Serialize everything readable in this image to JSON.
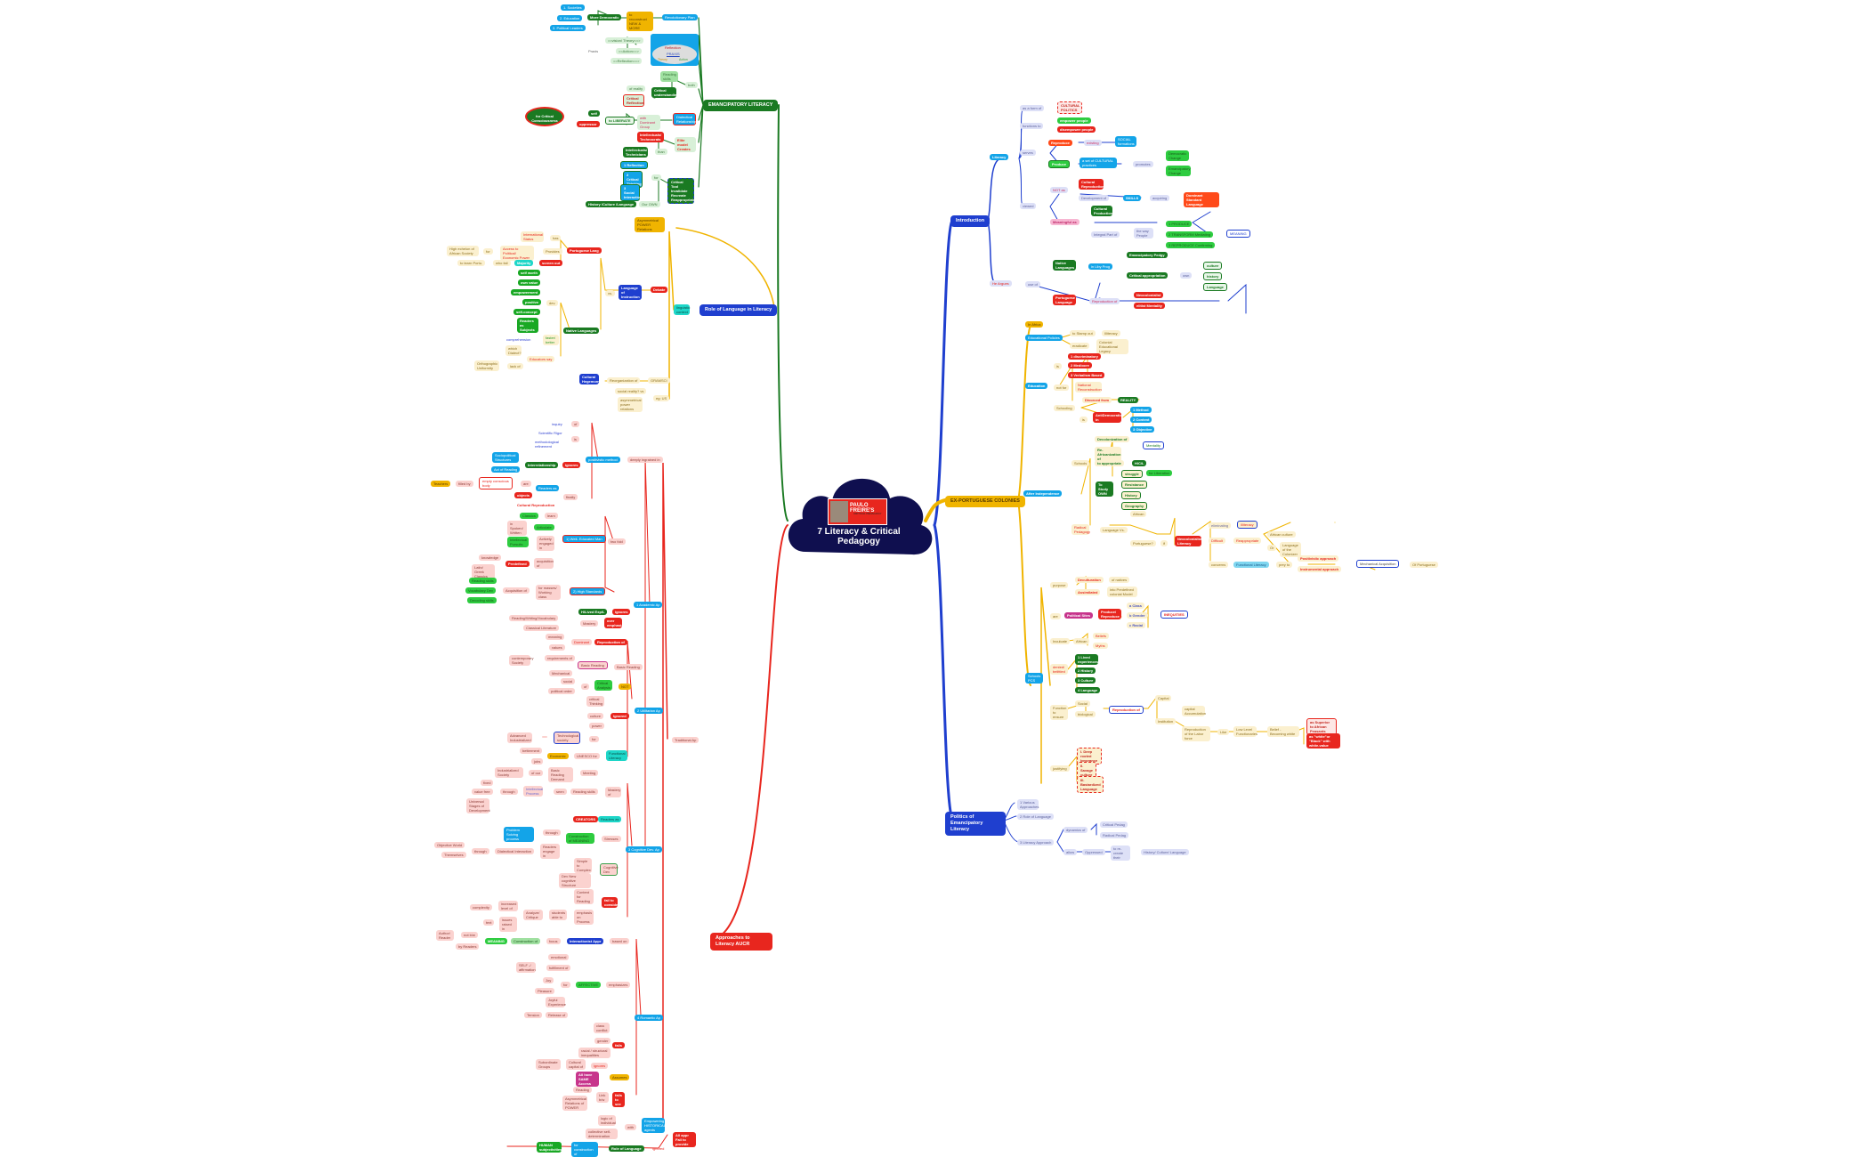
{
  "root": {
    "image_label_line1": "PAULO FREIRE'S",
    "image_label_line2": "CRITICAL PEDAGOGY",
    "title": "7 Literacy & Critical Pedagogy"
  },
  "colors": {
    "root": "#0f0f4f",
    "introduction": "#1f3fcf",
    "ex_portuguese": "#f0b400",
    "emancipatory": "#1a7a22",
    "approaches": "#e8261e"
  },
  "branches": {
    "introduction": {
      "label": "Introduction",
      "literacy": "Literacy",
      "as_form_of": "as a form of",
      "cultural_politics": "CULTURAL POLITICS",
      "functions_to": "functions to",
      "empower": "empower people",
      "disempower": "disempower people",
      "serves": "serves",
      "reproduce": "Reproduce",
      "existing": "existing",
      "social_formations": "SOCIAL formations",
      "produce": "Produce",
      "cultural_practices": "a set of CULTURAL practices",
      "promotes": "promotes",
      "democratic_change": "Democratic Change",
      "emancipatory_change": "Emancipatory Change",
      "viewed": "viewed",
      "not_as": "NOT as",
      "cultural_reproduction": "Cultural Reproduction",
      "development_of": "Development of",
      "skills": "SKILLS",
      "acquiring": "acquiring",
      "dominant_standard": "Dominant Standard Language",
      "meaningful_as": "Meaningful as",
      "cultural_production": "Cultural Production",
      "integral_part_of": "Integral Part of",
      "the_way_people": "the way People",
      "produce1": "1 PRODUCE",
      "transform": "2 TRANSFORM Mediating",
      "reproduce3": "3 REPRODUCE Confirming",
      "meaning": "MEANING",
      "he_argues": "He Argues",
      "use_of": "use of",
      "native_languages": "Native Languages",
      "in_liby_prog": "in Liby Prog",
      "emancipatory_pedgy": "Emancipatory Pedgy",
      "critical_appropriation": "Critical appropriation",
      "own": "own",
      "culture": "culture",
      "history": "history",
      "language": "Language",
      "portuguese_language": "Portuguese Language",
      "reproduction_of": "Reproduction of",
      "neocolonialist": "Neocolonialist",
      "elitist_mentality": "elitist Mentality"
    },
    "ex_portuguese": {
      "label": "EX-PORTUGUESE COLONIES",
      "in_africa": "In Africa",
      "educational_policies": "Educational Policies",
      "to_stamp_out": "to Stamp out",
      "illiteracy": "Illiteracy",
      "eradicate": "eradicate",
      "colonial_legacy": "Colonial Educational Legacy",
      "education": "Education",
      "is": "is",
      "discriminatory": "1 discriminatory",
      "mediocre": "2 Mediocre",
      "verbalism": "3 Verbalism Based",
      "not_for": "not for",
      "national_reconstruction": "National Reconstruction",
      "schooling": "Schooling",
      "divorced_from": "Divorced from",
      "reality": "REALITY",
      "is2": "is",
      "antidemocratic": "AntiDemocratic in",
      "method": "1 Method",
      "content": "2 Content",
      "objective": "3 Objective",
      "after_independence": "After Independence",
      "schools": "Schools",
      "decolonization": "Decolonization of",
      "reafricanization": "Re-Africanization of",
      "mentality": "Mentality",
      "to_appropriate": "to appropriate",
      "hcl": "H/C/L",
      "to_study_own": "To Study OWN",
      "struggle": "struggle",
      "for_liberation": "for Liberation",
      "resistance": "Resistance",
      "history": "History",
      "geography": "Geography",
      "radical_pedagogy": "Radical Pedagogy",
      "language_vs": "Language Vs.",
      "african": "African",
      "portuguese": "Portuguese?",
      "if": "if",
      "neocolonialist_literacy": "Neocolonialist Literacy",
      "eliminating": "eliminating",
      "illiteracy2": "Illiteracy",
      "difficult": "Difficult",
      "reappropriate": "Reappropriate",
      "african_culture": "African culture",
      "or": "Or",
      "language_of_colonizer": "Language of the Colonizer",
      "concerns": "concerns",
      "functional_literacy": "Functional Literacy",
      "prey_to": "prey to",
      "positivistic_approach": "Positivistic approach",
      "instrumental_approach": "Instrumental approach",
      "mechanical_acquisition": "Mechanical Acquisition",
      "of_portuguese": "Of Portuguese",
      "schools_pcs": "Schools PCS",
      "purpose": "purpose",
      "deculturation": "Deculturation",
      "of_natives": "of natives",
      "assimilated": "Assimilated",
      "into_predefined": "into Predefined colonial Model",
      "are": "are",
      "political_sites": "Political Sites",
      "produce_reproduce": "Produce/ Reproduce",
      "class": "a Class",
      "gender": "b Gender",
      "racial": "c Racial",
      "inequities": "INEQUITIES",
      "inculcate": "Inculcate",
      "beliefs": "Beliefs",
      "myths": "Myths",
      "denied_belittled": "denied/ belittled",
      "lived_experiences": "1 Lived experiences",
      "history2": "2 History",
      "culture3": "3 Culture",
      "language4": "4 Language",
      "function_to_ensure": "Function to ensure",
      "social": "Social",
      "biological": "biological",
      "reproduction_of": "Reproduction of",
      "capital": "Capital",
      "institution": "Institution",
      "capital_accumulation": "capital Accumulation",
      "labor_force": "Reproduction of the Labor force",
      "like": "Like",
      "low_level": "Low Level Functionaries",
      "belief_becoming_white": "Belief - Becoming white",
      "superior_to_peasants": "as Superior to African Peasants",
      "white_or_black": "as \"white\"or \"Black\" with white-value",
      "justifying": "justifying",
      "deep_rooted": "I. Deep rooted Ignorance",
      "savage_culture": "II. Savage culture",
      "bastardized": "III. Bastardized Language"
    },
    "politics": {
      "label": "Politics of Emancipatory Literacy",
      "various_approaches": "1 Various Approaches",
      "role_of_language": "2 Role of Language",
      "literacy_approach": "3 Literacy Approach",
      "dynamics_of": "dynamics of",
      "critical_pedag": "Critical Pedag",
      "radical_pedag": "Radical Pedag",
      "allow": "allow",
      "oppressed": "Oppressed",
      "to_re_create": "to re-create their",
      "hcl": "History/ Culture/ Language"
    },
    "emancipatory": {
      "label": "EMANCIPATORY LITERACY",
      "revolutionary_plan": "Revolutionary Plan",
      "to_reconstruct": "to reconstruct NEW & MORE",
      "more_democratic": "More Democratic",
      "societies": "1. Societies",
      "education": "2. Education",
      "political_leaders": "3. Political Leaders",
      "educational_praxis": "Educational Praxis",
      "praxis_reflection": "Reflection",
      "praxis": "PRAXIS",
      "praxis_theory": "Theory",
      "praxis_action": "Action",
      "praxis_label": "Praxis",
      "vision_theory": "==vision/ Theory==>",
      "action": "==Action==>",
      "reflection": "==Reflection==>",
      "both": "both",
      "reading_skills": "Reading skills",
      "critical_understanding": "Critical understanding",
      "of_reality": "of reality",
      "critical_reflection": "Critical Reflection",
      "dialectical_relationship": "Dialectical Relationship",
      "with_dominant_group": "with Dominant Group",
      "to_liberate": "to LIBERATE",
      "self": "self",
      "oppressor": "oppressor",
      "critical_consciousness": "for Critical Consciousness",
      "elite_model": "Elite model Creates",
      "intellectuals_technocrats": "Intellectuals/ Technocrats",
      "than": "than",
      "intellectuals_technicians": "Intellectuals/ Technicians",
      "critical_tool": "Critical Tool Invalidate Recreate Reappropriate",
      "for": "for",
      "reflection1": "1 Reflection",
      "critical_thinking": "2 Critical Thinking",
      "social_interaction": "3 Social Interaction",
      "our_own": "Our OWN",
      "hcl": "History /Culture /Language"
    },
    "role_of_language": {
      "label": "Role of Language in Literacy",
      "linguistic_context": "linguistic context",
      "asymmetrical_power": "Asymmetrical POWER Relations",
      "debate": "Debate",
      "language_instruction": "Language of Instruction",
      "vs": "vs.",
      "portuguese_lang": "Portuguese Lang",
      "has": "has",
      "international_status": "International Status",
      "provides": "Provides",
      "access_power": "Access to Political/ Economic Power",
      "for": "for",
      "high_echelon": "High echelon of African Society",
      "screen_out": "screen out",
      "majority": "Majority",
      "who_fail": "who fail",
      "to_learn_portu": "to learn Portu.",
      "native_languages": "Native Languages",
      "dev": "dev.",
      "self_worth": "self worth",
      "own_value": "own value",
      "empowerment": "empowerment",
      "positive": "positive",
      "self_concept": "self-concept",
      "readers_subjects": "Readers as Subjects",
      "faster_better": "faster/ better",
      "comprehension": "comprehension",
      "educators_say": "Educators say",
      "which_dialect": "which Dialect?",
      "lack_of": "lack of",
      "orthographic_uniformity": "Orthographic Uniformity",
      "gramsci": "GRAMSCI",
      "reorganization_of": "Reorganization of",
      "cultural_hegemony": "Cultural Hegemony",
      "eg_us": "eg: US",
      "social_reality": "social reality? vs",
      "asymmetrical_relations": "asymmetrical power relations"
    },
    "approaches": {
      "label": "Approaches to Literacy AUCR",
      "traditional_ap": "Traditional Ap",
      "academic_ap": "1 Academic Ap",
      "deeply_ingrained": "deeply ingrained in",
      "positivistic_method": "positivistic method",
      "of": "of",
      "inquiry": "inquiry",
      "is": "is",
      "scientific_rigor": "Scientific Rigor",
      "methodological_refinement": "methodological refinement",
      "ignores": "ignores",
      "interrelationship": "Interrelationship",
      "sociopolitical_structures": "Sociopolitical Structures",
      "act_of_reading": "Act of Reading",
      "finally": "finally",
      "readers_as": "Readers as",
      "are": "are",
      "empty_conscious": "empty conscious body",
      "filled_by": "filled by",
      "teachers": "Teachers",
      "objects": "objects",
      "cultural_reproduction": "Cultural Reproduction",
      "two_fold": "two fold",
      "well_educated_man": "1) Well- Educated Man",
      "learn": "learn",
      "classics": "Classics",
      "articulate": "Articulate",
      "spoken_written": "in Spoken/ Written",
      "actively_engaged": "Actively engaged in",
      "intellectual_pursuits": "Intellectual Pursuits",
      "acquisition_of": "acquisition of",
      "predefined": "Predefined",
      "knowledge": "knowledge",
      "latin_greek": "Latin/ Greek Classics",
      "high_standards": "2) High Standards",
      "for_masses": "for masses/ Working class",
      "acquisition_of2": "Acquisition of",
      "reading_skills": "Reading skills",
      "vocabulary_dev": "Vocabulary Dev",
      "decoding_skills": "Decoding skills",
      "ignores2": "ignores",
      "hl_exp": "H/Lived Exp/L",
      "over_emphasizes": "over emphasizes",
      "mastery": "Mastery",
      "rwv": "Reading/Writing/Vocabulary",
      "classical_literature": "Classical Literature",
      "reproduction_of": "Reproduction of",
      "dominant": "Dominant",
      "meaning": "meaning",
      "values": "values",
      "utilitarian_ap": "2 Utilitarian Ap",
      "basic_reading": "Basic Reading",
      "requirements_of": "requirements of",
      "contemporary_society": "contemporary Society",
      "mechanical": "Mechanical",
      "not": "NOT",
      "critical_analysis": "Critical Analysis",
      "social": "social",
      "political_order": "political order",
      "ignored": "ignored",
      "critical_thinking": "critical Thinking",
      "culture": "culture",
      "power": "power",
      "functional_literacy": "Functional Literacy",
      "technological_society": "Technological society",
      "advanced_industrialized": "Advanced Industrialized",
      "unesco": "UNESCO for",
      "economic": "Economic",
      "betterment": "betterment",
      "jobs": "jobs",
      "meeting": "Meeting",
      "basic_reading_demand": "Basic Reading Demand",
      "of_our": "of our",
      "industrialized_society": "Industrialized Society",
      "cognitive_dev_ap": "3 Cognitive Dev. Ap",
      "mastery_of": "Mastery of",
      "reading_skills2": "Reading skills",
      "seen": "seen",
      "intellectual_process": "Intellectual Process",
      "through": "through",
      "fixed": "fixed",
      "value_free": "value free",
      "universal_stages": "Universal Stages of Development",
      "readers_as2": "Readers as",
      "creators": "CREATORS",
      "stresses": "Stresses",
      "construction_meaning": "Construction of MEANING",
      "problem_solving": "Problem Solving process",
      "readers_engage": "Readers engage in",
      "dialectical_interaction": "Dialectical Interaction",
      "objective_world": "Objective World",
      "themselves": "Themselves",
      "cognitive_dev": "Cognitive Dev",
      "simple_complex": "Simple to Complex",
      "new_cognitive": "Dev New cognitive Structure",
      "fail_to_consider": "fail to consider",
      "content_reading": "Content for Reading",
      "emphasis_process": "emphasis on Process",
      "students_able": "students able to",
      "analyze_critique": "Analyze/ Critique",
      "increased_level": "increased level of",
      "complexity": "complexity",
      "issues_raised": "issues raised in",
      "text": "text",
      "romantic_ap": "4 Romantic Ap",
      "based_on": "based on",
      "interactionist_appr": "Interactionist Appr",
      "focus": "focus",
      "construction_of": "Construction of",
      "meaning2": "MEANING",
      "not_bw": "not b/w",
      "author_reader": "Author/ Reader",
      "by_readers": "by Readers",
      "emphasizes": "emphasizes",
      "affective": "AFFECTIVE",
      "emotional": "emotional",
      "fulfillment_of": "fulfillment of",
      "self_affirmation": "SELF -/ affirmation",
      "for": "for",
      "joy": "Joy",
      "pleasure": "Pleasure",
      "joyful_experience": "Joyful Experience",
      "release_of": "Release of",
      "tension": "Tension",
      "fails": "fails",
      "class_conflict": "class conflict",
      "gender": "gender",
      "racial_inequalities": "racial / structural inequalities",
      "ignores3": "ignores",
      "cultural_capital": "Cultural capital of",
      "subordinate_groups": "Subordinate Groups",
      "assumes": "Assumes",
      "same_access": "All have SAME Access",
      "fails_to_see": "fails to see",
      "link_bw": "Link b/w",
      "reading": "Reading",
      "asymmetrical_power": "Asymmetrical Relations of POWER",
      "all_fail": "All appr Fail to provide",
      "empowering": "Empowering HISTORICAL agents",
      "with": "with",
      "logic_individual": "logic of individual",
      "collective": "collective self- determination",
      "ignored2": "ignored",
      "role_of_language": "Role of Language",
      "for_construction": "for construction of",
      "human_subjectivities": "HUMAN subjectivities"
    }
  }
}
